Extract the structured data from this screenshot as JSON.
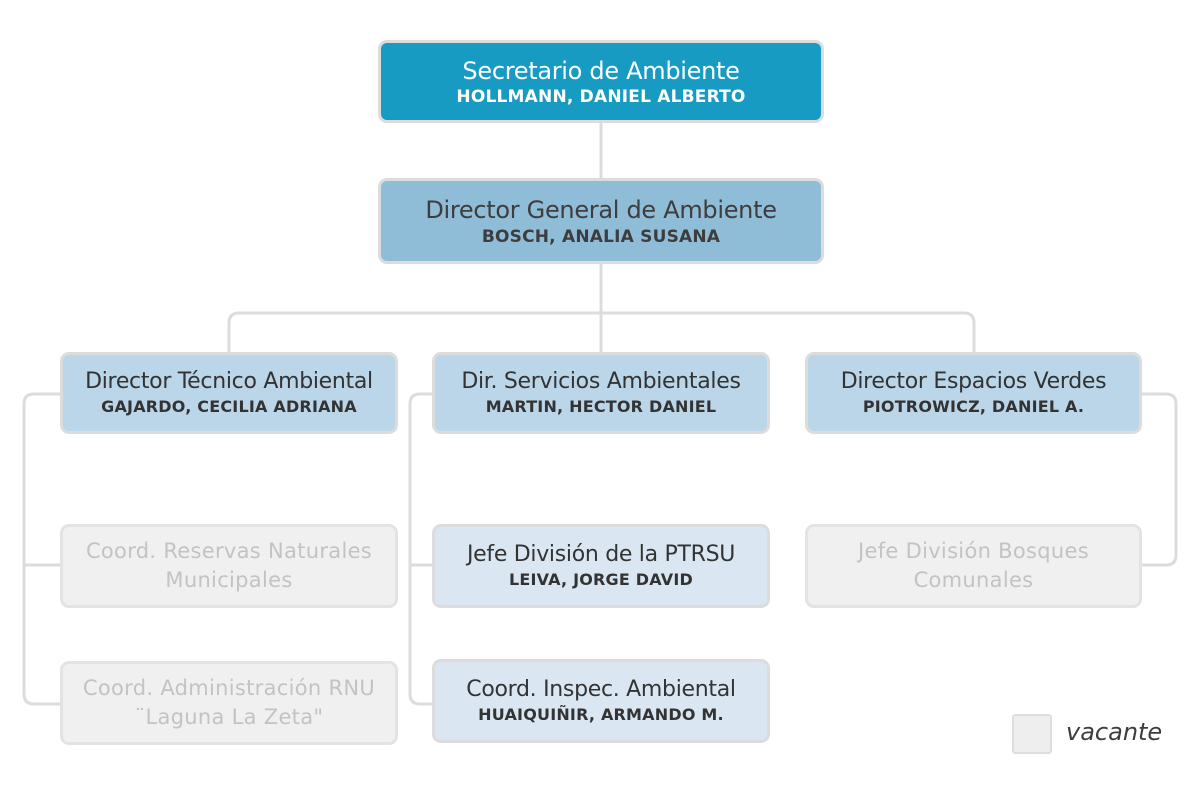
{
  "org_chart": {
    "secretary": {
      "title": "Secretario de Ambiente",
      "name": "HOLLMANN, DANIEL ALBERTO"
    },
    "director_general": {
      "title": "Director General de Ambiente",
      "name": "BOSCH, ANALIA SUSANA"
    },
    "directors": [
      {
        "title": "Director Técnico Ambiental",
        "name": "GAJARDO, CECILIA ADRIANA"
      },
      {
        "title": "Dir. Servicios Ambientales",
        "name": "MARTIN, HECTOR DANIEL"
      },
      {
        "title": "Director Espacios Verdes",
        "name": "PIOTROWICZ, DANIEL A."
      }
    ],
    "tecnico_units": [
      {
        "title_line1": "Coord. Reservas Naturales",
        "title_line2": "Municipales"
      },
      {
        "title_line1": "Coord. Administración RNU",
        "title_line2": "¨Laguna La Zeta\""
      }
    ],
    "servicios_units": [
      {
        "title": "Jefe División de la PTRSU",
        "name": "LEIVA, JORGE DAVID"
      },
      {
        "title": "Coord. Inspec. Ambiental",
        "name": "HUAIQUIÑIR, ARMANDO M."
      }
    ],
    "verdes_units": [
      {
        "title_line1": "Jefe División Bosques",
        "title_line2": "Comunales"
      }
    ]
  },
  "legend": {
    "label": "vacante"
  },
  "colors": {
    "secretary": "#189bc3",
    "director_general": "#8fbcd7",
    "director": "#bad6e8",
    "unit": "#dae7f2",
    "vacant": "#f0f0f0",
    "border": "#dcdcdc",
    "connector": "#dcdcdc"
  }
}
